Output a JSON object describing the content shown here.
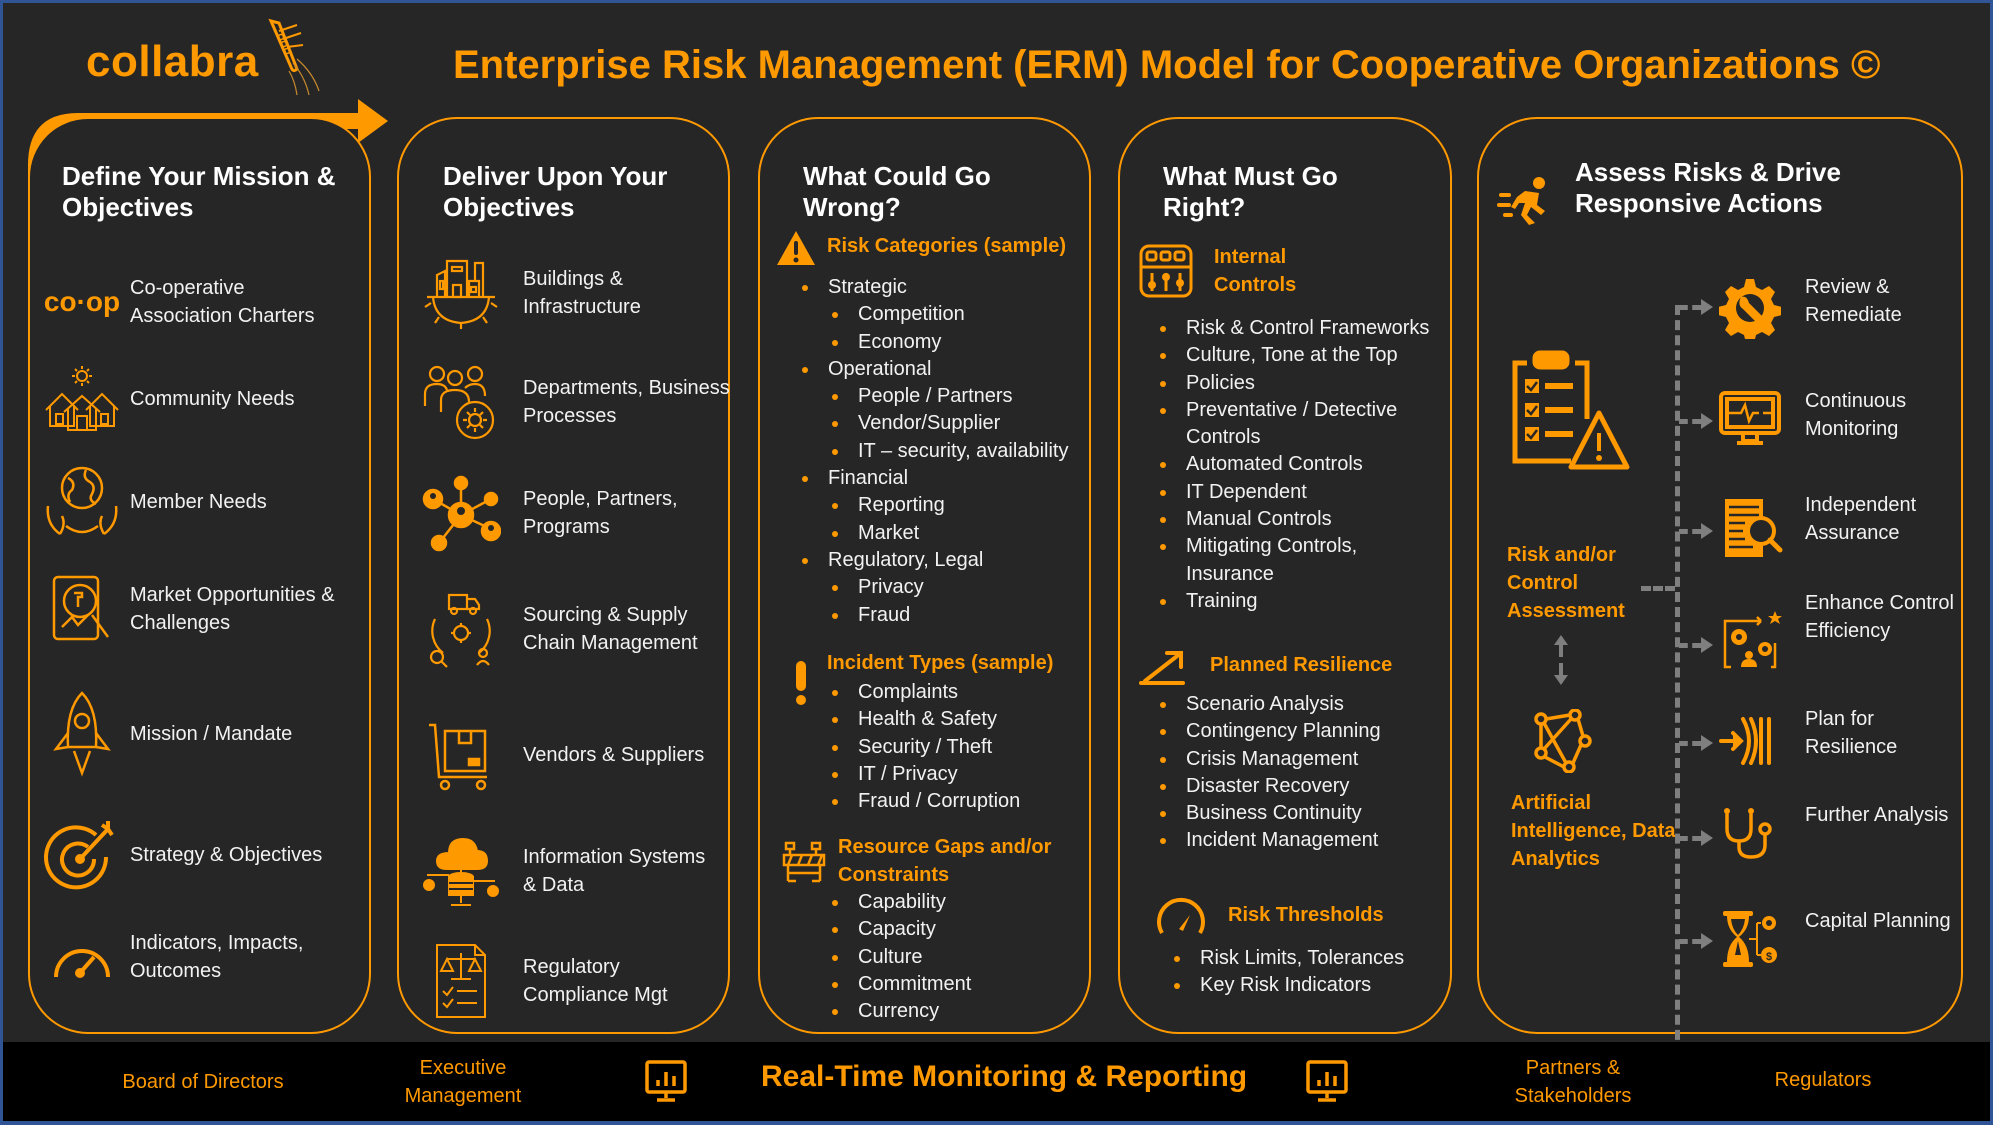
{
  "header": {
    "logo_text": "collabra",
    "title": "Enterprise Risk Management (ERM) Model for Cooperative Organizations ©"
  },
  "colors": {
    "accent": "#ff9900",
    "background": "#262626",
    "bottom_bar": "#000000",
    "frame": "#2f5597",
    "text": "#f2f2f2",
    "connector": "#7f7f7f"
  },
  "columns": [
    {
      "title": "Define Your Mission & Objectives",
      "items": [
        {
          "icon": "coop-logo-icon",
          "icon_text": "co·op",
          "label": "Co-operative Association Charters"
        },
        {
          "icon": "community-houses-icon",
          "label": "Community Needs"
        },
        {
          "icon": "member-globe-hands-icon",
          "label": "Member Needs"
        },
        {
          "icon": "market-opportunity-icon",
          "label": "Market Opportunities & Challenges"
        },
        {
          "icon": "rocket-icon",
          "label": "Mission / Mandate"
        },
        {
          "icon": "target-dart-icon",
          "label": "Strategy & Objectives"
        },
        {
          "icon": "gauge-icon",
          "label": "Indicators, Impacts, Outcomes"
        }
      ]
    },
    {
      "title": "Deliver Upon Your Objectives",
      "items": [
        {
          "icon": "buildings-gear-icon",
          "label": "Buildings & Infrastructure"
        },
        {
          "icon": "people-gear-icon",
          "label": "Departments, Business Processes"
        },
        {
          "icon": "people-network-icon",
          "label": "People, Partners, Programs"
        },
        {
          "icon": "supply-chain-icon",
          "label": "Sourcing & Supply Chain Management"
        },
        {
          "icon": "cart-box-icon",
          "label": "Vendors & Suppliers"
        },
        {
          "icon": "cloud-database-icon",
          "label": "Information Systems & Data"
        },
        {
          "icon": "regulatory-scale-icon",
          "label": "Regulatory Compliance Mgt"
        }
      ]
    },
    {
      "title": "What Could Go Wrong?",
      "sections": [
        {
          "icon": "warning-triangle-icon",
          "heading": "Risk Categories (sample)",
          "items": [
            {
              "text": "Strategic",
              "level": 1
            },
            {
              "text": "Competition",
              "level": 2
            },
            {
              "text": "Economy",
              "level": 2
            },
            {
              "text": "Operational",
              "level": 1
            },
            {
              "text": "People / Partners",
              "level": 2
            },
            {
              "text": "Vendor/Supplier",
              "level": 2
            },
            {
              "text": "IT – security, availability",
              "level": 2
            },
            {
              "text": "Financial",
              "level": 1
            },
            {
              "text": "Reporting",
              "level": 2
            },
            {
              "text": "Market",
              "level": 2
            },
            {
              "text": "Regulatory, Legal",
              "level": 1
            },
            {
              "text": "Privacy",
              "level": 2
            },
            {
              "text": "Fraud",
              "level": 2
            }
          ]
        },
        {
          "icon": "exclamation-icon",
          "heading": "Incident Types (sample)",
          "items": [
            "Complaints",
            "Health & Safety",
            "Security / Theft",
            "IT / Privacy",
            "Fraud / Corruption"
          ]
        },
        {
          "icon": "barricade-icon",
          "heading": "Resource Gaps and/or Constraints",
          "heading_lines": [
            "Resource Gaps and/or",
            "Constraints"
          ],
          "items": [
            "Capability",
            "Capacity",
            "Culture",
            "Commitment",
            "Currency"
          ]
        }
      ]
    },
    {
      "title": "What Must Go Right?",
      "sections": [
        {
          "icon": "control-sliders-icon",
          "heading": "Internal Controls",
          "heading_lines": [
            "Internal",
            "Controls"
          ],
          "items": [
            "Risk & Control Frameworks",
            "Culture, Tone at the Top",
            "Policies",
            "Preventative / Detective Controls",
            "Automated Controls",
            "IT Dependent",
            "Manual Controls",
            "Mitigating Controls, Insurance",
            "Training"
          ]
        },
        {
          "icon": "resilience-arrow-icon",
          "heading": "Planned Resilience",
          "items": [
            "Scenario Analysis",
            "Contingency Planning",
            "Crisis Management",
            "Disaster Recovery",
            "Business Continuity",
            "Incident Management"
          ]
        },
        {
          "icon": "speedometer-icon",
          "heading": "Risk Thresholds",
          "items": [
            "Risk Limits, Tolerances",
            "Key Risk Indicators"
          ]
        }
      ]
    },
    {
      "title": "Assess Risks & Drive Responsive Actions",
      "title_icon": "running-person-icon",
      "left": {
        "assessment_icon": "clipboard-warning-icon",
        "assessment_label": "Risk and/or Control Assessment",
        "link_icon": "double-arrow-vertical-icon",
        "ai_icon": "network-nodes-icon",
        "ai_label": "Artificial Intelligence, Data Analytics"
      },
      "actions": [
        {
          "icon": "gear-wrench-icon",
          "label": "Review & Remediate"
        },
        {
          "icon": "monitor-pulse-icon",
          "label": "Continuous Monitoring"
        },
        {
          "icon": "document-search-icon",
          "label": "Independent Assurance"
        },
        {
          "icon": "gears-person-icon",
          "label": "Enhance Control Efficiency"
        },
        {
          "icon": "arrow-into-barrier-icon",
          "label": "Plan for Resilience"
        },
        {
          "icon": "stethoscope-icon",
          "label": "Further Analysis"
        },
        {
          "icon": "hourglass-money-icon",
          "label": "Capital Planning"
        }
      ]
    }
  ],
  "bottom_bar": {
    "stakeholders_left": [
      "Board of Directors",
      "Executive Management"
    ],
    "center_label": "Real-Time Monitoring & Reporting",
    "center_icon": "presentation-chart-icon",
    "stakeholders_right": [
      "Partners & Stakeholders",
      "Regulators"
    ]
  }
}
